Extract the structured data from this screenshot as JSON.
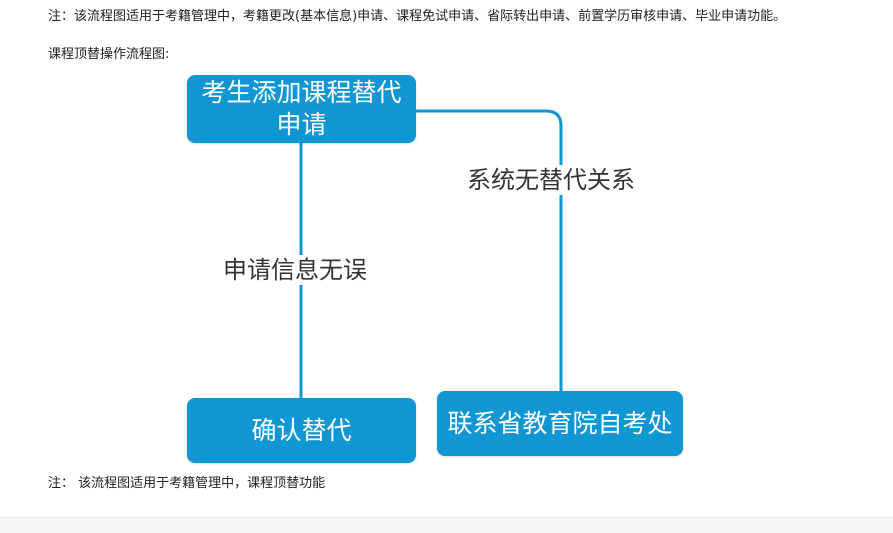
{
  "notes": {
    "top": "注：该流程图适用于考籍管理中，考籍更改(基本信息)申请、课程免试申请、省际转出申请、前置学历审核申请、毕业申请功能。",
    "flow_title": "课程顶替操作流程图:",
    "bottom": "注： 该流程图适用于考籍管理中，课程顶替功能"
  },
  "diagram": {
    "colors": {
      "node_fill": "#1196d4",
      "node_text": "#ffffff",
      "edge": "#1196d4",
      "label_text": "#333333"
    },
    "nodes": {
      "start": "考生添加课程替代申请",
      "confirm": "确认替代",
      "contact": "联系省教育院自考处"
    },
    "edges": {
      "valid": "申请信息无误",
      "no_replace": "系统无替代关系"
    }
  }
}
